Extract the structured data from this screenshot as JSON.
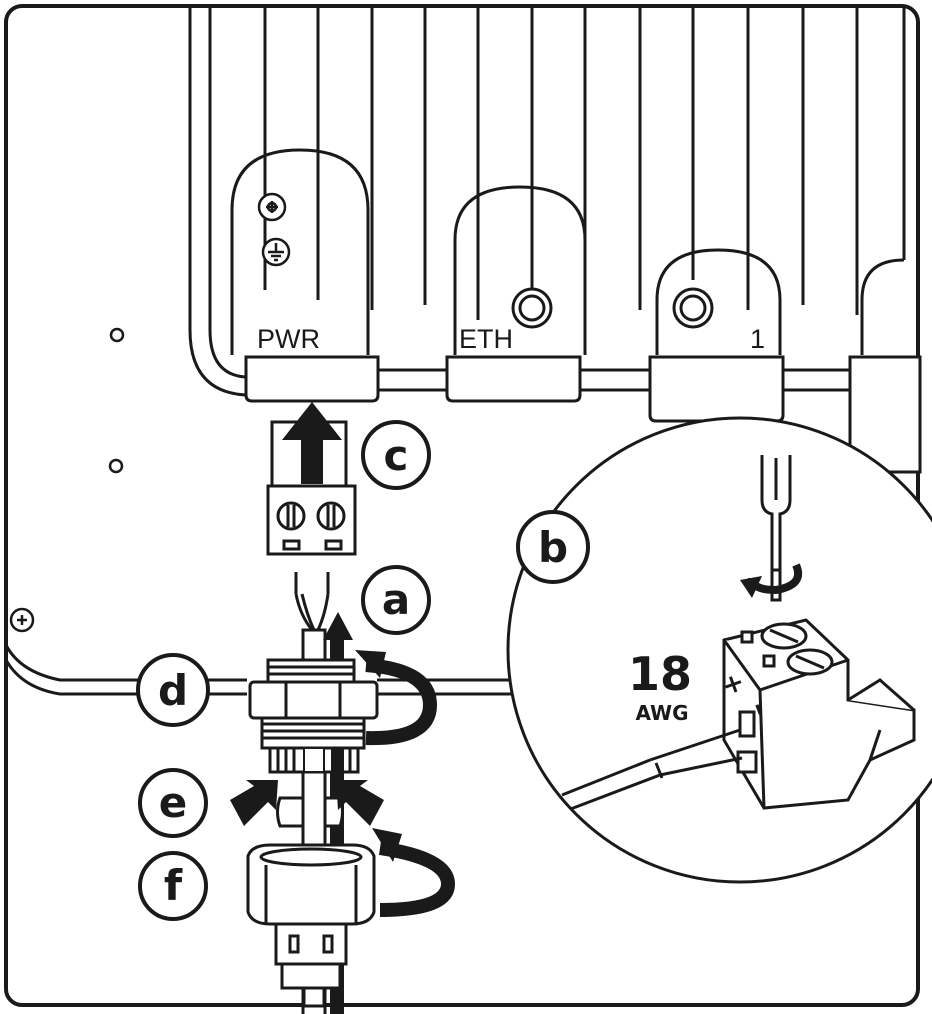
{
  "ports": {
    "pwr": "PWR",
    "eth": "ETH",
    "one": "1"
  },
  "steps": {
    "a": "a",
    "b": "b",
    "c": "c",
    "d": "d",
    "e": "e",
    "f": "f"
  },
  "wire_gauge": {
    "value": "18",
    "unit": "AWG"
  },
  "polarity": {
    "plus": "+",
    "minus": "–"
  },
  "colors": {
    "line": "#1a1a1a",
    "background": "#ffffff"
  }
}
